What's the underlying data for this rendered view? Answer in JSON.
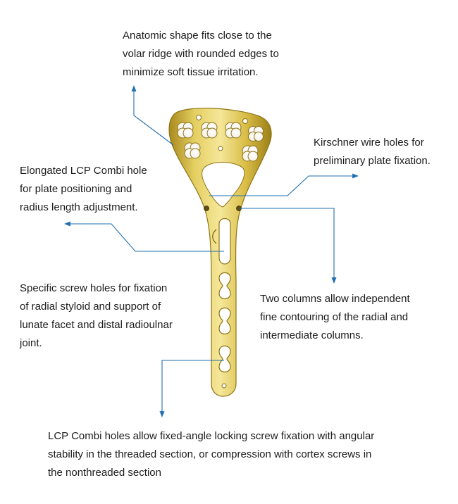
{
  "annotations": {
    "anatomic_shape": "Anatomic shape fits close to the\nvolar ridge with rounded edges to\nminimize soft tissue irritation.",
    "kirschner_wire": "Kirschner wire holes for\npreliminary plate fixation.",
    "elongated_hole": "Elongated LCP Combi hole\nfor plate positioning and\nradius length adjustment.",
    "specific_screw": "Specific screw holes for fixation\nof radial styloid and support of\nlunate facet and distal radioulnar\njoint.",
    "two_columns": "Two columns allow independent\nfine contouring of the radial and\nintermediate columns.",
    "lcp_combi": "LCP Combi holes allow fixed-angle locking screw fixation with angular\nstability in the threaded section, or compression with cortex screws in\nthe nonthreaded section"
  },
  "colors": {
    "leader_line": "#1f6fb2",
    "plate_gold": "#c9a92a",
    "plate_highlight": "#f3e38a",
    "plate_shadow": "#8f7414",
    "text": "#1c1c1c"
  }
}
